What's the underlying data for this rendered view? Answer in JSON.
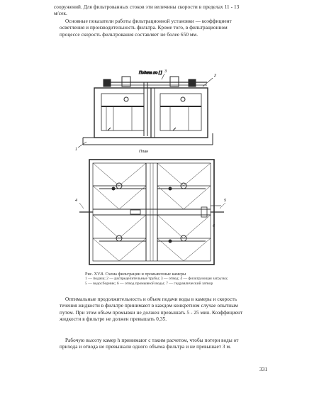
{
  "page": {
    "paragraph_1": "сооружений.  Для  фильтрованных  стоков  эти  величины  скорости  в  пределах  11 - 13 м/сек.",
    "paragraph_2": "Основные  показатели  работы  фильтрационной установки  —  коэффициент  осветления  и  производительность  фильтра. Кроме  того,  в  фильтрационном  процессе  скорость  фильтрования  составляет  не  более  650 мм.",
    "paragraph_3": "Оптимальные  продолжительность  и  объем  подачи  воды  в  камеры  и  скорость  течения  жидкости  в  фильтре  принимают  в  каждом  конкретном  случае  опытным  путем.  При  этом  объем  промывки  не  должен  превышать  5 - 25 мин.  Коэффициент  жидкости  в  фильтре  не  должен  превышать  0,35.",
    "paragraph_4": "Рабочую  высоту  камер  h  принимают  с  таким  расчетом,  чтобы  потери  воды  от  прихода  и  отвода  не  превышали  одного  объема  фильтра  и  не  превышает  3 м.",
    "page_number": "331"
  },
  "figure": {
    "top_label": "Подача  по  [ ]",
    "plan_label": "План",
    "section_labels": [
      "1",
      "2",
      "3",
      "4",
      "5",
      "6"
    ],
    "caption_title": "Рис. XV.8. Схема  фильтрации  и  промывочные  камеры",
    "caption_text": "1 — подача;  2 — распределительные  трубы;  3 — отвод;  4 — фильтрующая  загрузка;  5 — водосборник;  6 — отвод  промывной  воды;  7 — гидравлический  затвор"
  }
}
